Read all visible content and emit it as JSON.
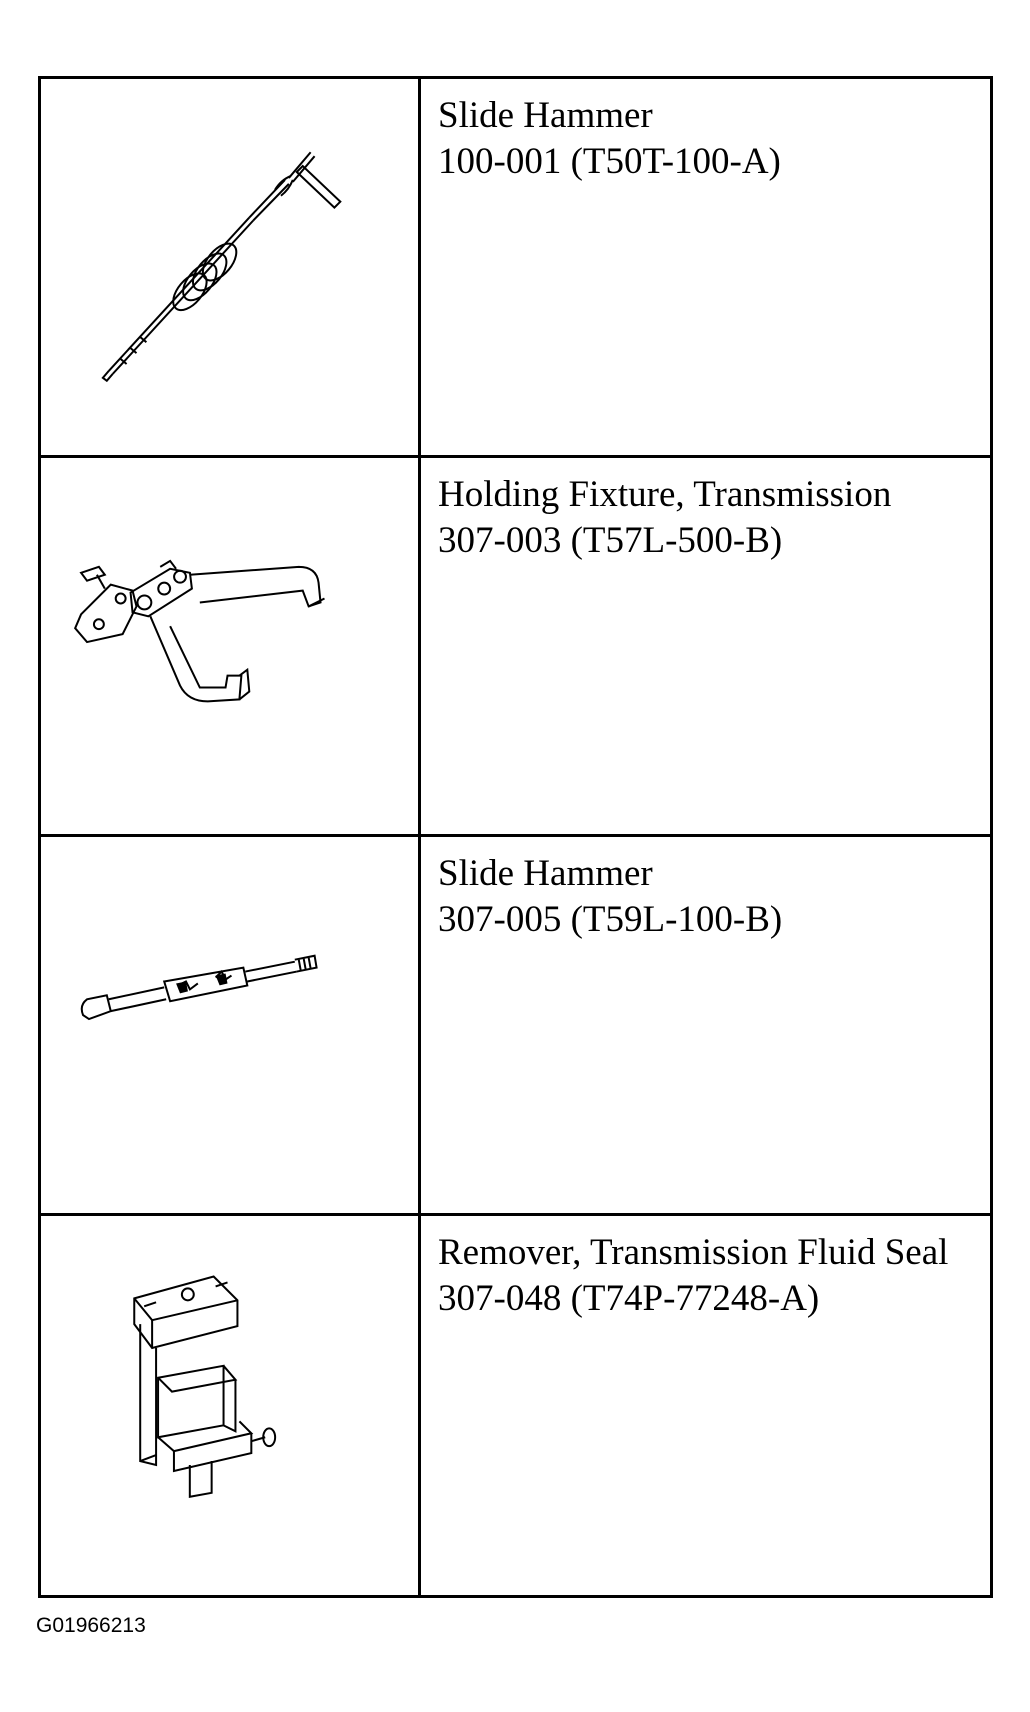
{
  "tools": [
    {
      "name": "Slide Hammer",
      "number": "100-001 (T50T-100-A)",
      "icon": "slide-hammer-t-handle-icon"
    },
    {
      "name": "Holding Fixture, Transmission",
      "number": "307-003 (T57L-500-B)",
      "icon": "holding-fixture-icon"
    },
    {
      "name": "Slide Hammer",
      "number": "307-005 (T59L-100-B)",
      "icon": "slide-hammer-icon"
    },
    {
      "name": "Remover, Transmission Fluid Seal",
      "number": "307-048 (T74P-77248-A)",
      "icon": "seal-remover-icon"
    }
  ],
  "figure_id": "G01966213"
}
